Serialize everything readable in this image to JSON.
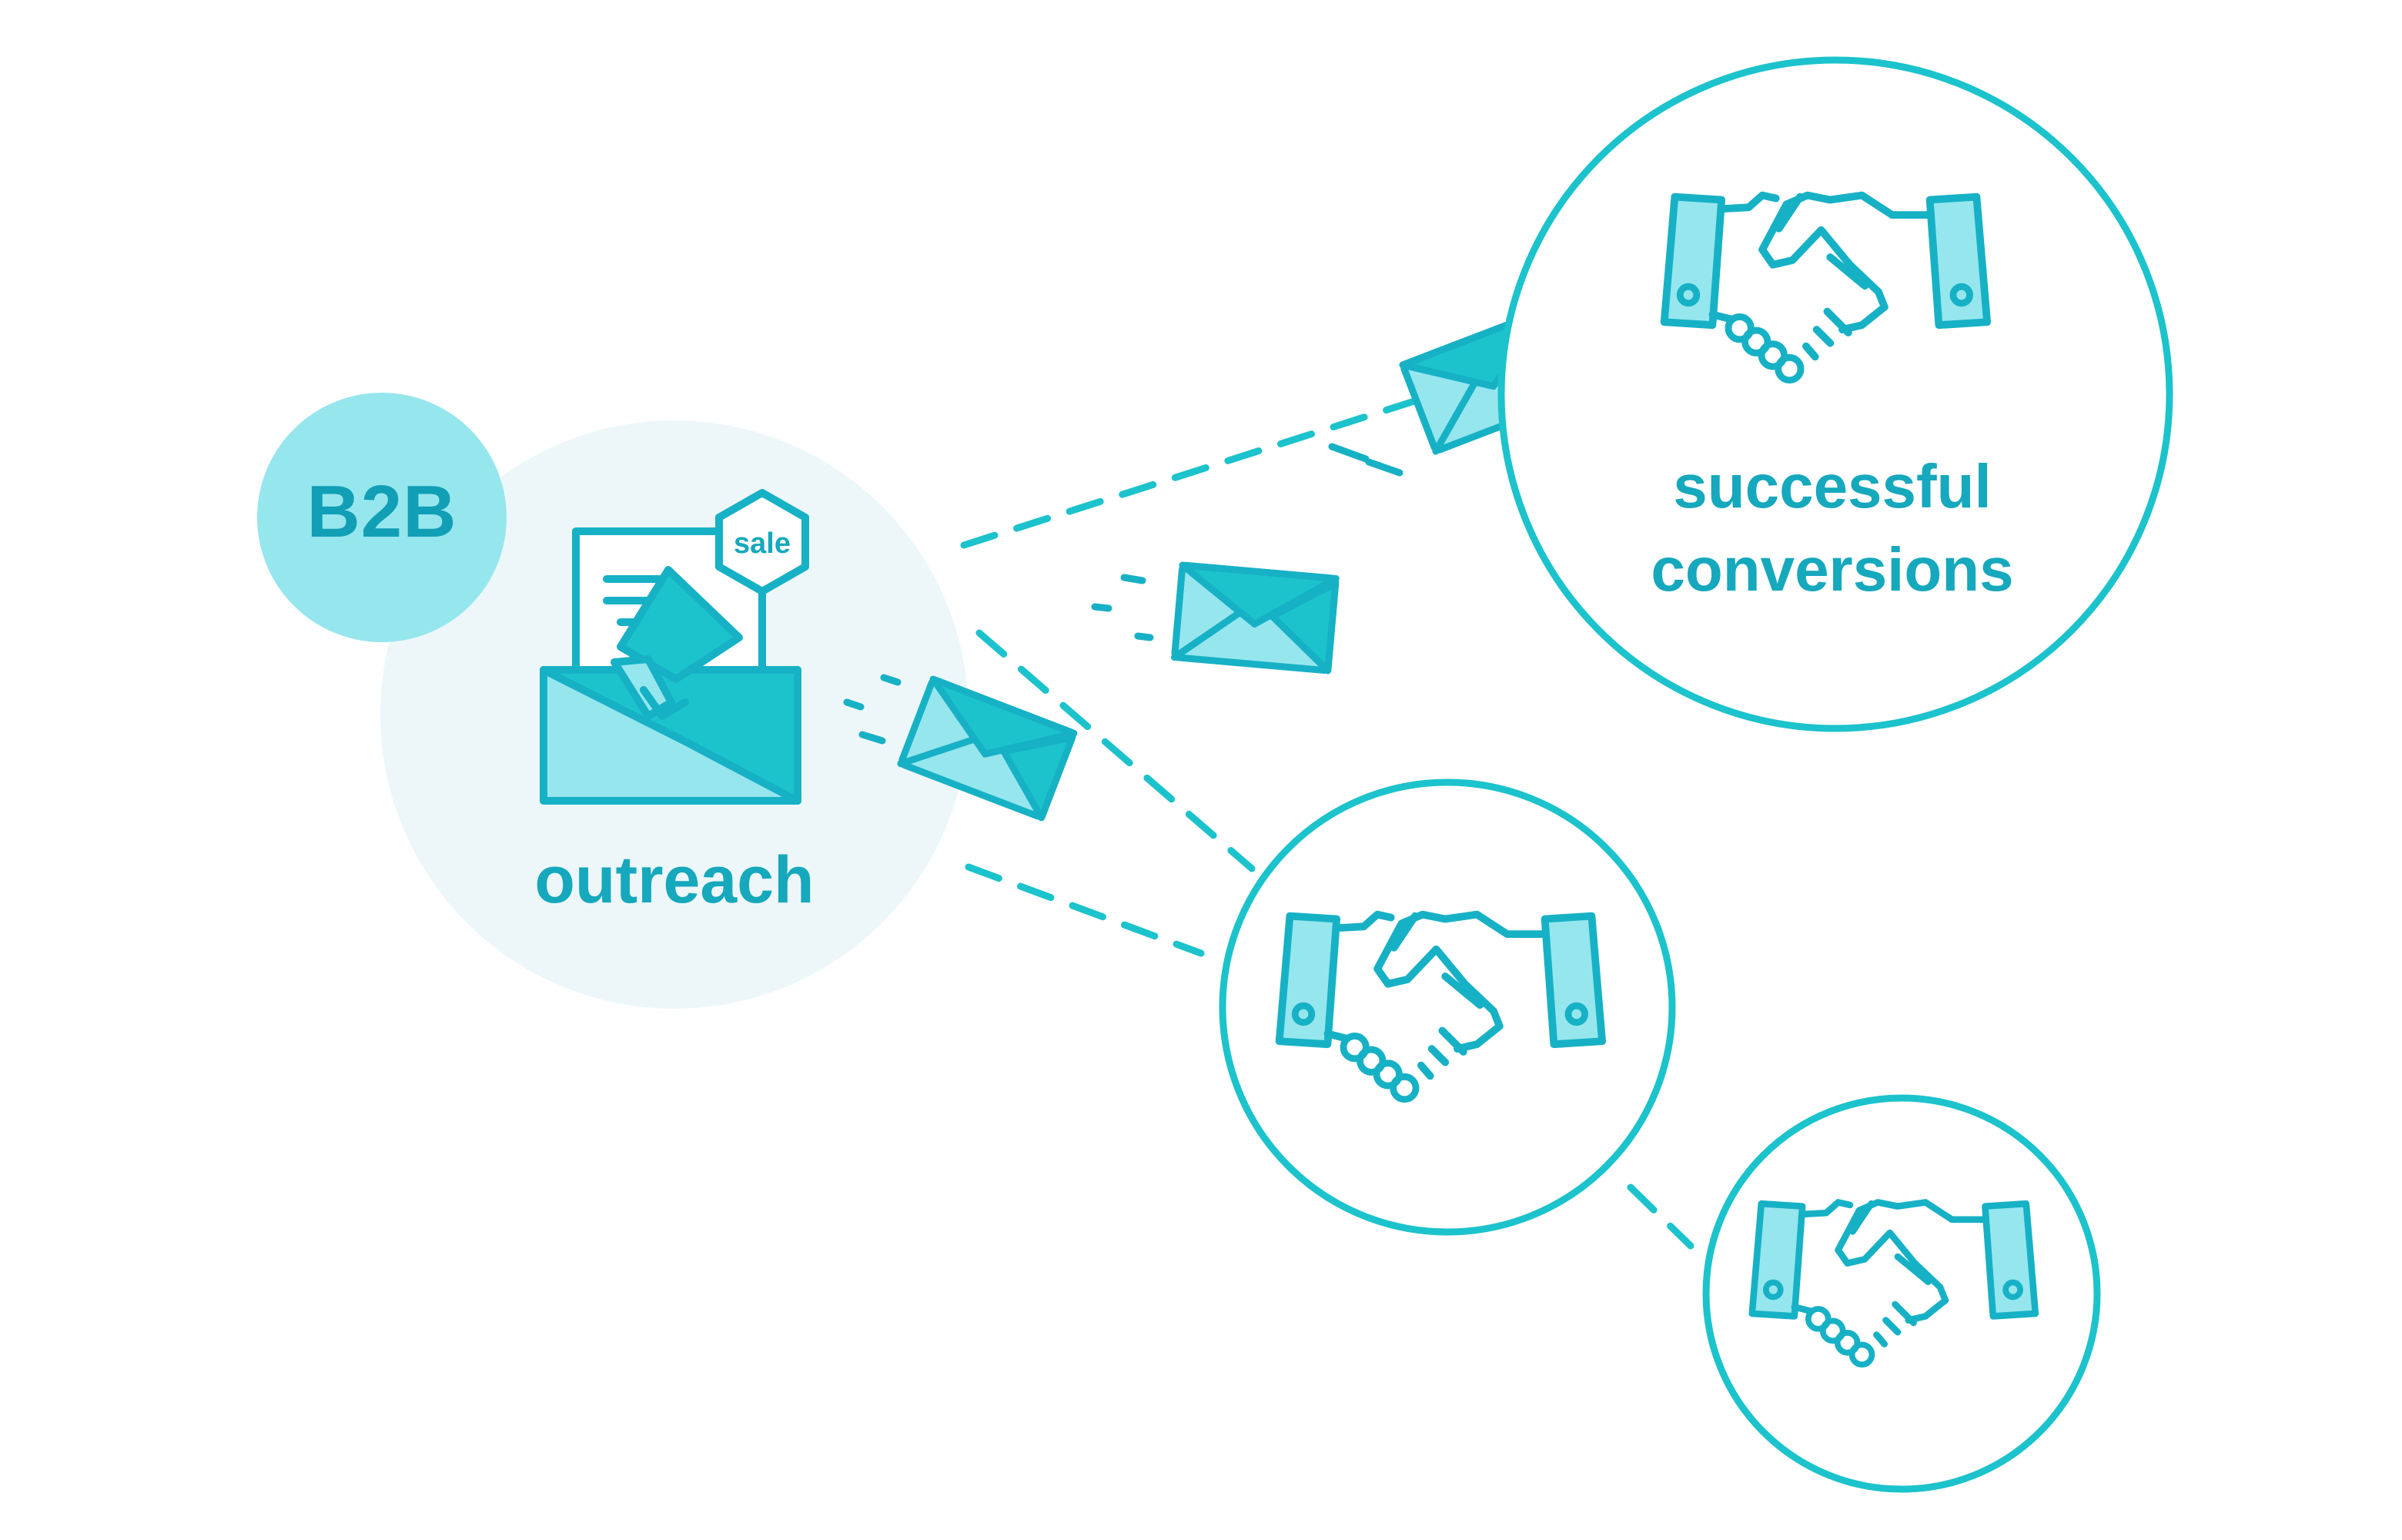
{
  "labels": {
    "b2b": "B2B",
    "outreach": "outreach",
    "sale_tag": "sale",
    "conversions_line1": "successful",
    "conversions_line2": "conversions"
  },
  "icons": {
    "outreach": "open-envelope-megaphone-icon",
    "sale": "hexagon-tag-icon",
    "message": "envelope-icon",
    "conversion": "handshake-icon"
  },
  "colors": {
    "stroke": "#17b1c6",
    "fill_dark": "#1cc3cc",
    "fill_light": "#96e6ee",
    "bubble": "#edf7f9",
    "badge": "#96e6ee",
    "text": "#16a8bd",
    "badge_text": "#119fb6"
  }
}
